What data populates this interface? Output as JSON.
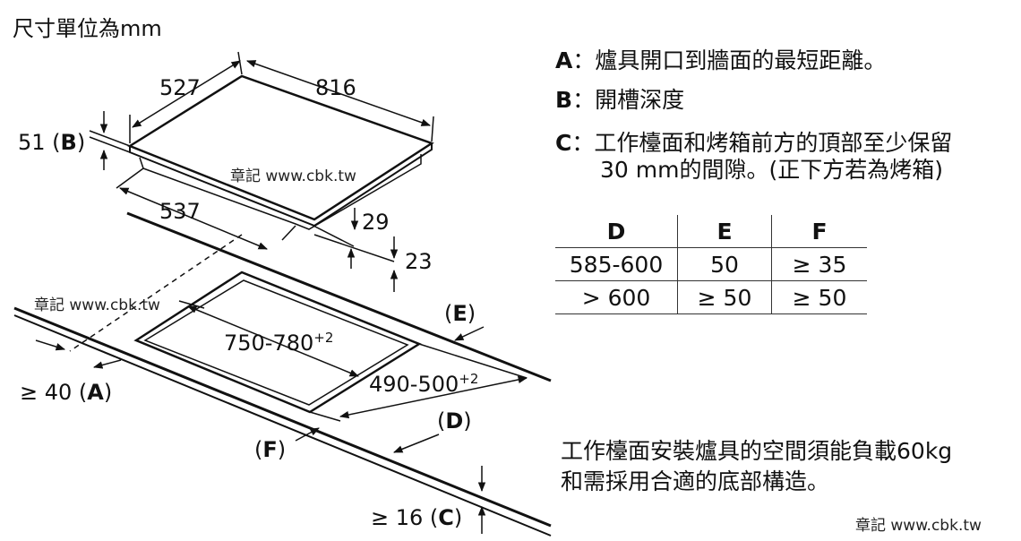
{
  "unit_note": "尺寸單位為mm",
  "watermark": "章記 www.cbk.tw",
  "hob_dims": {
    "depth": "527",
    "width": "816",
    "height_b_value": "51",
    "height_b_letter": "B",
    "inner_width": "537",
    "dim_29": "29",
    "dim_23": "23"
  },
  "cutout": {
    "width": "750-780",
    "width_tol": "+2",
    "depth": "490-500",
    "depth_tol": "+2",
    "min_a_prefix": "≥ 40",
    "min_a_letter": "A",
    "min_c_prefix": "≥ 16",
    "min_c_letter": "C",
    "label_d": "D",
    "label_e": "E",
    "label_f": "F"
  },
  "legend": [
    {
      "key": "A",
      "sep": "：",
      "text": "爐具開口到牆面的最短距離。"
    },
    {
      "key": "B",
      "sep": "：",
      "text": "開槽深度"
    },
    {
      "key": "C",
      "sep": "：",
      "text": "工作檯面和烤箱前方的頂部至少保留",
      "text2": "30 mm的間隙。(正下方若為烤箱)"
    }
  ],
  "table": {
    "headers": [
      "D",
      "E",
      "F"
    ],
    "rows": [
      [
        "585-600",
        "50",
        "≥ 35"
      ],
      [
        "> 600",
        "≥ 50",
        "≥ 50"
      ]
    ]
  },
  "note_line1": "工作檯面安裝爐具的空間須能負載60kg",
  "note_line2": "和需採用合適的底部構造。"
}
